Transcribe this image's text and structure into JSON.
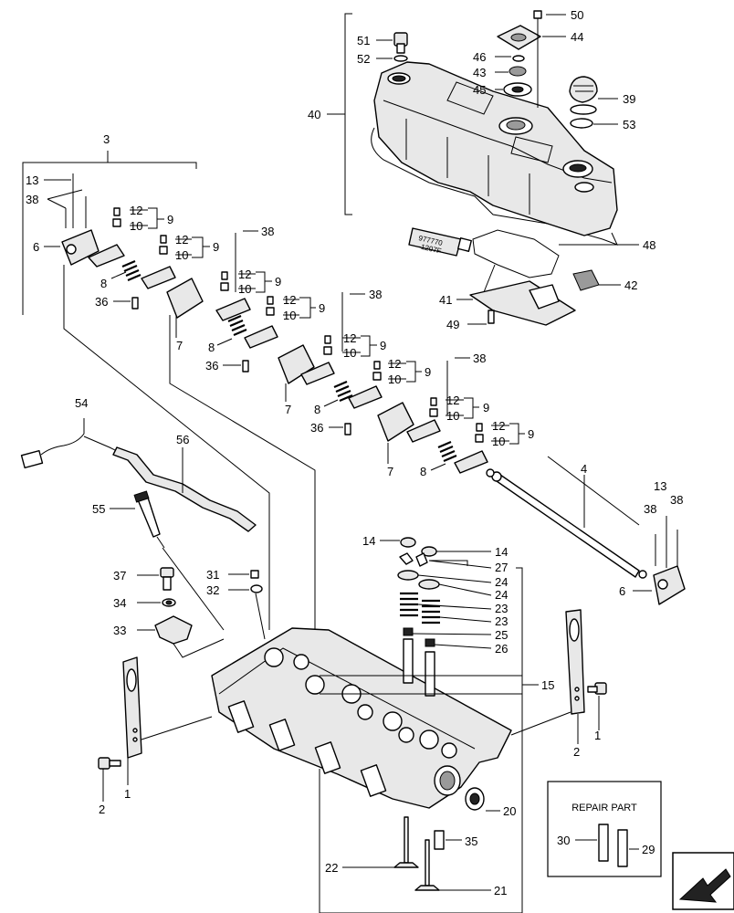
{
  "labels": {
    "l1": "1",
    "l2": "2",
    "l3": "3",
    "l4": "4",
    "l6": "6",
    "l7": "7",
    "l8": "8",
    "l9": "9",
    "l10": "10",
    "l12": "12",
    "l13": "13",
    "l14": "14",
    "l15": "15",
    "l20": "20",
    "l21": "21",
    "l22": "22",
    "l23": "23",
    "l24": "24",
    "l25": "25",
    "l26": "26",
    "l27": "27",
    "l29": "29",
    "l30": "30",
    "l31": "31",
    "l32": "32",
    "l33": "33",
    "l34": "34",
    "l35": "35",
    "l36": "36",
    "l37": "37",
    "l38": "38",
    "l39": "39",
    "l40": "40",
    "l41": "41",
    "l42": "42",
    "l43": "43",
    "l44": "44",
    "l45": "45",
    "l46": "46",
    "l48": "48",
    "l49": "49",
    "l50": "50",
    "l51": "51",
    "l52": "52",
    "l53": "53",
    "l54": "54",
    "l55": "55",
    "l56": "56"
  },
  "sealant_tube": {
    "line1": "977770",
    "line2": "-1207F"
  },
  "repair_box": {
    "title": "REPAIR PART"
  },
  "nav_icon": "arrow-next-icon"
}
